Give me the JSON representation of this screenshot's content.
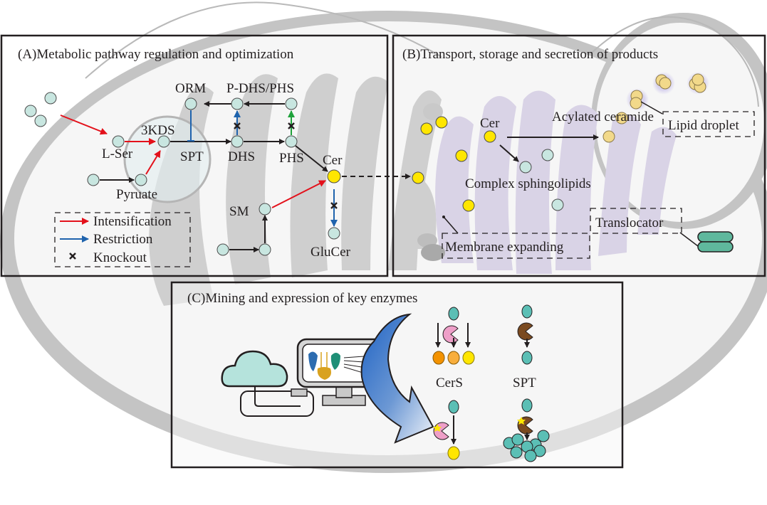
{
  "colors": {
    "cell_fill": "#f6f6f6",
    "cell_wall": "#c4c4c4",
    "er_gray": "#cfcfcf",
    "golgi_purple": "#d9d3e6",
    "node_fill": "#c8e6e0",
    "cer_yellow": "#ffe600",
    "lipid_fill": "#f2d98a",
    "intensification": "#e3111b",
    "restriction": "#1f63ad",
    "green_arrow": "#1fa23b",
    "black": "#231f20",
    "teal": "#5bbfb5",
    "pink": "#ee9fc8",
    "brown": "#7a4a20",
    "orange1": "#f39200",
    "orange2": "#f8ae3c",
    "cloud": "#b5e3dc",
    "translocator": "#5fb89d"
  },
  "panels": {
    "a": {
      "title": "(A)Metabolic pathway regulation and optimization",
      "labels": {
        "orm": "ORM",
        "p_dhs_phs": "P-DHS/PHS",
        "kds": "3KDS",
        "l_ser": "L-Ser",
        "spt": "SPT",
        "dhs": "DHS",
        "phs": "PHS",
        "cer": "Cer",
        "pyruate": "Pyruate",
        "sm": "SM",
        "glucer": "GluCer"
      },
      "legend": {
        "intensification": "Intensification",
        "restriction": "Restriction",
        "knockout": "Knockout",
        "knockout_symbol": "×"
      }
    },
    "b": {
      "title": "(B)Transport, storage and secretion of products",
      "labels": {
        "cer": "Cer",
        "acylated_ceramide": "Acylated ceramide",
        "lipid_droplet": "Lipid droplet",
        "complex_sphingolipids": "Complex sphingolipids",
        "translocator": "Translocator",
        "membrane_expanding": "Membrane expanding"
      }
    },
    "c": {
      "title": "(C)Mining and expression of key enzymes",
      "labels": {
        "cers": "CerS",
        "spt": "SPT"
      }
    }
  }
}
